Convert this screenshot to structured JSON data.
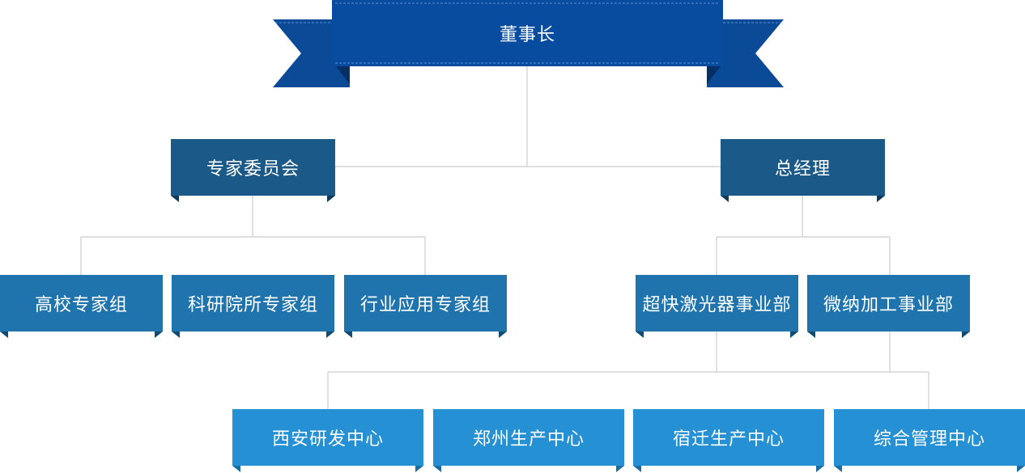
{
  "chairman": "董事长",
  "level1": {
    "expert_committee": "专家委员会",
    "general_manager": "总经理"
  },
  "expert_groups": [
    "高校专家组",
    "科研院所专家组",
    "行业应用专家组"
  ],
  "divisions": [
    "超快激光器事业部",
    "微纳加工事业部"
  ],
  "centers": [
    "西安研发中心",
    "郑州生产中心",
    "宿迁生产中心",
    "综合管理中心"
  ],
  "colors": {
    "banner": "#074c9e",
    "banner_dark": "#06306a",
    "level1": "#1b5a88",
    "level2": "#1f74ae",
    "level3": "#2590d4",
    "connector": "#cccccc"
  }
}
